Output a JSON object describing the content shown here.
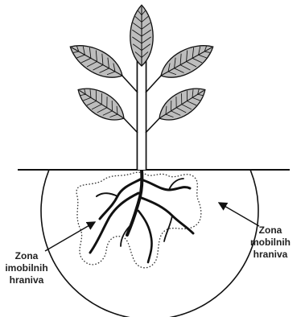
{
  "labels": {
    "mobile_zone": [
      "Zona",
      "mobilnih",
      "hraniva"
    ],
    "immobile_zone": [
      "Zona",
      "imobilnih",
      "hraniva"
    ]
  },
  "colors": {
    "leaf_fill": "#bdbdbd",
    "line": "#111111",
    "background": "#ffffff"
  }
}
